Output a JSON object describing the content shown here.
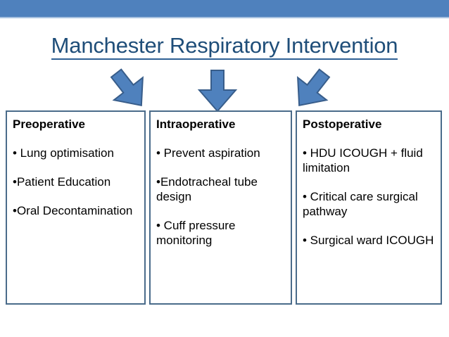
{
  "slide": {
    "title": "Manchester Respiratory Intervention",
    "accent_color": "#4f81bd",
    "title_color": "#1f4e79",
    "border_color": "#4a6b8a",
    "arrow_fill": "#4f81bd",
    "arrow_outline": "#385d8a"
  },
  "arrows": [
    {
      "name": "arrow-down-left",
      "direction": "down-left"
    },
    {
      "name": "arrow-down",
      "direction": "down"
    },
    {
      "name": "arrow-down-right",
      "direction": "down-right"
    }
  ],
  "columns": [
    {
      "header": "Preoperative",
      "bullets": [
        "• Lung optimisation",
        "•Patient Education",
        "•Oral Decontamination"
      ]
    },
    {
      "header": "Intraoperative",
      "bullets": [
        "• Prevent aspiration",
        "•Endotracheal tube design",
        "• Cuff pressure monitoring"
      ]
    },
    {
      "header": "Postoperative",
      "bullets": [
        "• HDU ICOUGH + fluid limitation",
        "• Critical care surgical pathway",
        "• Surgical ward ICOUGH"
      ]
    }
  ]
}
